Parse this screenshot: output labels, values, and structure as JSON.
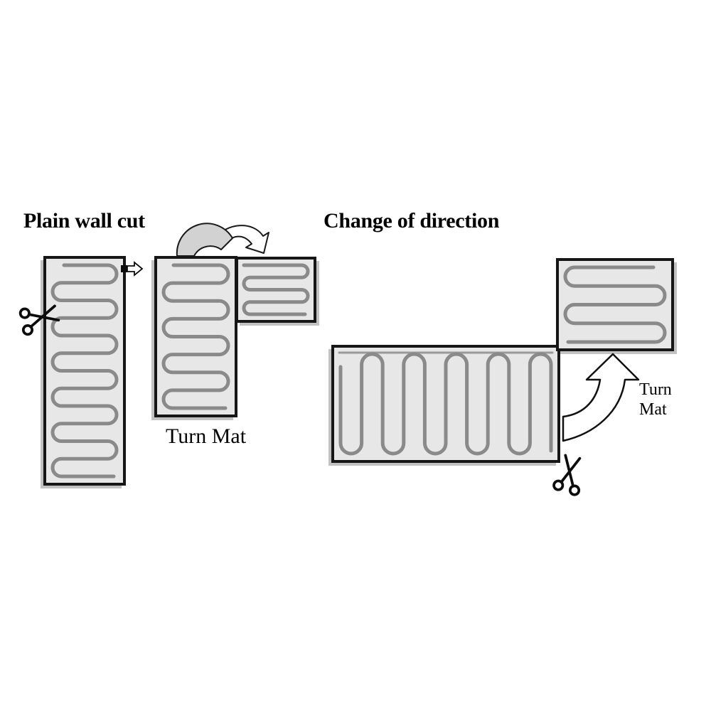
{
  "sections": {
    "plain_wall_cut": {
      "title": "Plain wall cut",
      "turn_mat_label": "Turn Mat"
    },
    "change_of_direction": {
      "title": "Change of direction",
      "turn_mat_label": "Turn Mat"
    }
  },
  "icons": {
    "left_cut": "scissors-icon",
    "bottom_cut": "scissors-icon",
    "move_right": "right-block-arrow-icon",
    "fold_over": "fold-over-arrow-icon",
    "turn_up": "curved-up-arrow-icon"
  },
  "colors": {
    "background": "#ffffff",
    "mat_fill": "#e7e7e7",
    "mat_border": "#161616",
    "cable": "#8a8a8a",
    "mat_shadow": "#c2c2c2",
    "fold_arrow_fill": "#d2d2d2",
    "text": "#000000"
  }
}
